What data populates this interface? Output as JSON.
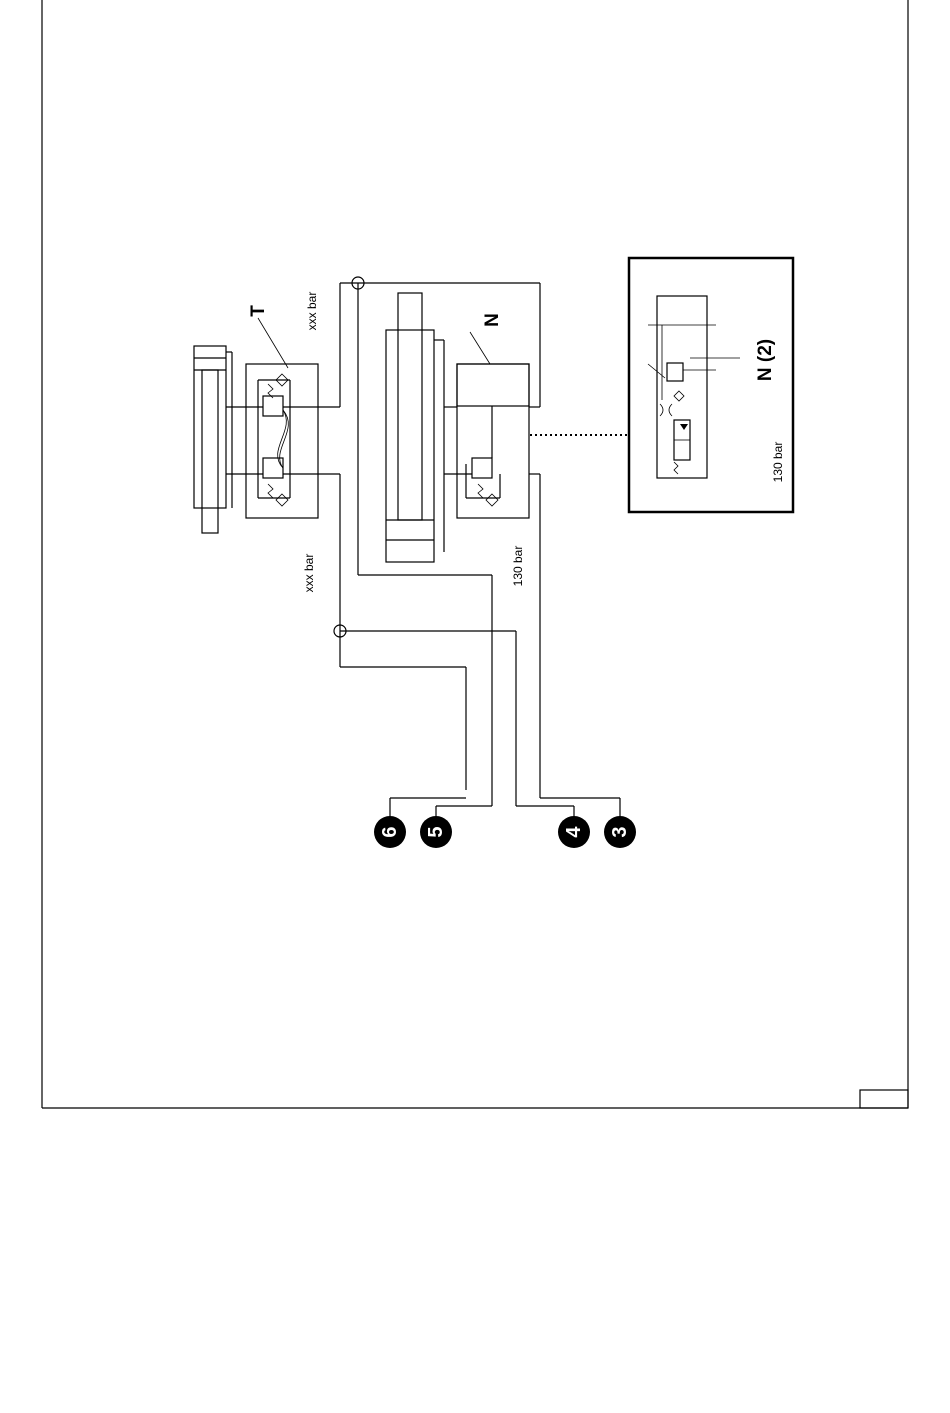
{
  "labels": {
    "T": "T",
    "N": "N",
    "N2": "N (2)",
    "pressure_top_left": "xxx bar",
    "pressure_bottom_left": "xxx bar",
    "pressure_center": "130 bar",
    "pressure_inset": "130 bar"
  },
  "ports": [
    {
      "id": "6"
    },
    {
      "id": "5"
    },
    {
      "id": "4"
    },
    {
      "id": "3"
    }
  ]
}
